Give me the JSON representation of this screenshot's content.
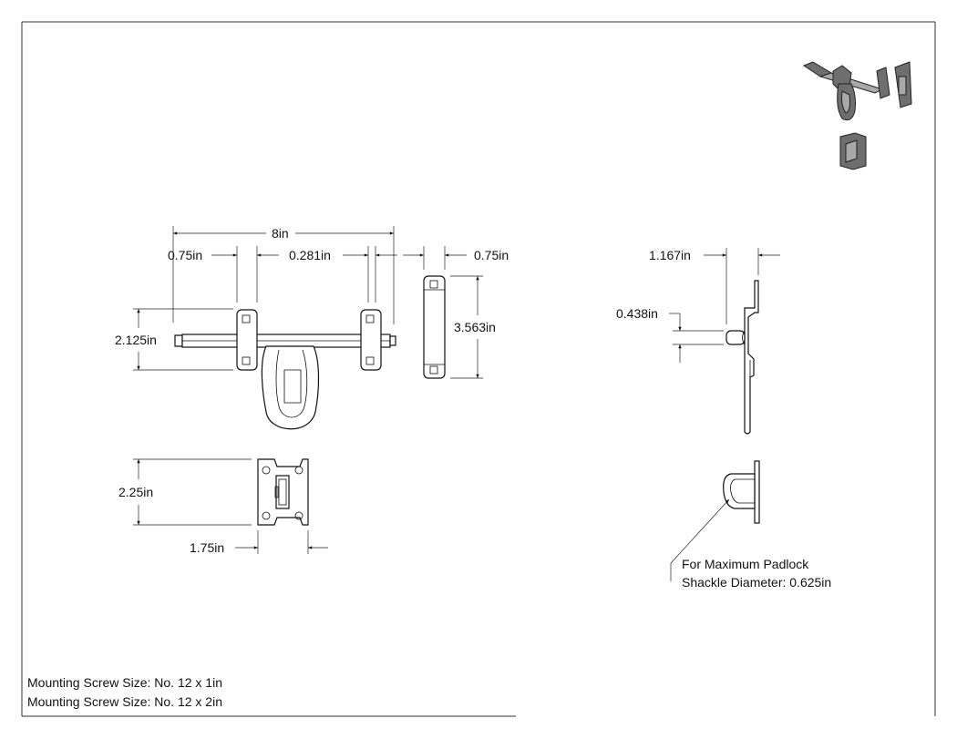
{
  "dimensions": {
    "overall_length": "8in",
    "bracket_offset": "0.75in",
    "bracket_gap": "0.281in",
    "keeper_width": "0.75in",
    "bolt_height": "2.125in",
    "keeper_height": "3.563in",
    "side_depth": "1.167in",
    "side_rod": "0.438in",
    "catch_height": "2.25in",
    "catch_width": "1.75in"
  },
  "notes": {
    "padlock_line1": "For Maximum Padlock",
    "padlock_line2": "Shackle Diameter: 0.625in",
    "screw_1": "Mounting Screw Size: No. 12 x 1in",
    "screw_2": "Mounting Screw Size: No. 12 x 2in"
  }
}
